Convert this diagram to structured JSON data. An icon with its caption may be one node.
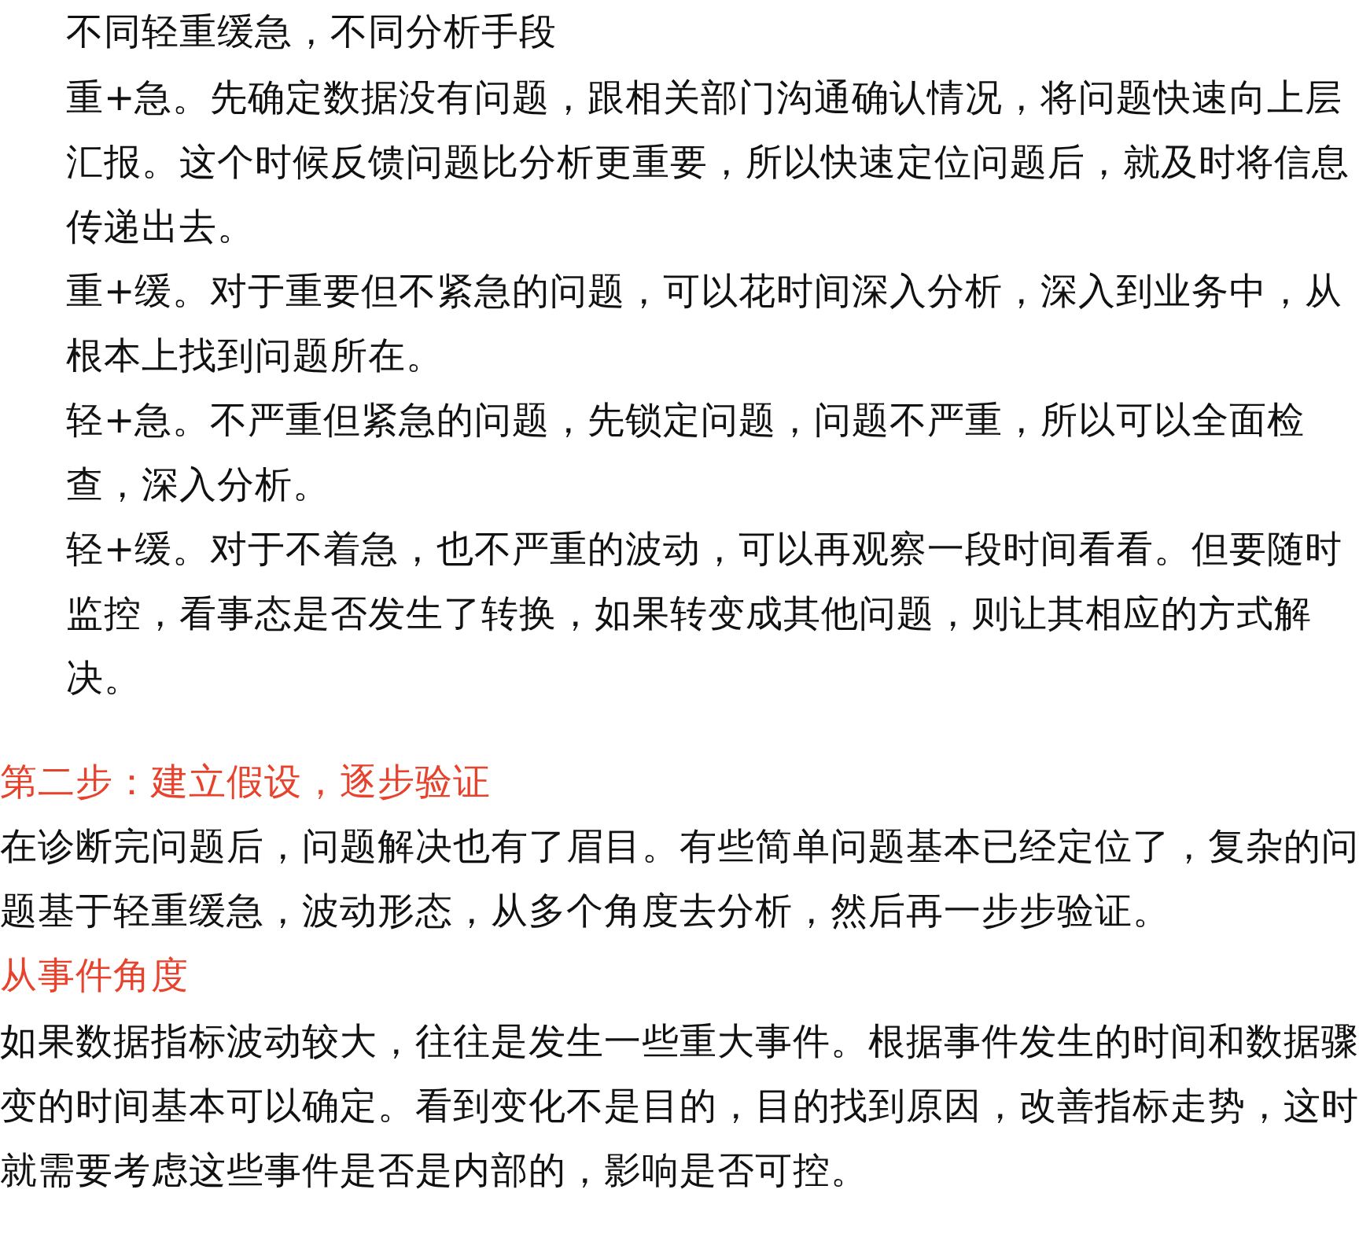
{
  "diagram": {
    "labels": [
      "不同轻重缓急，不同分析手段",
      "重+急。先确定数据没有问题，跟相关部门沟通确认情况，将问题快速向上层汇报。这个时候反馈问题比分析更重要，所以快速定位问题后，就及时将信息传递出去。",
      "重+缓。对于重要但不紧急的问题，可以花时间深入分析，深入到业务中，从根本上找到问题所在。",
      "轻+急。不严重但紧急的问题，先锁定问题，问题不严重，所以可以全面检查，深入分析。",
      "轻+缓。对于不着急，也不严重的波动，可以再观察一段时间看看。但要随时监控，看事态是否发生了转换，如果转变成其他问题，则让其相应的方式解决。",
      "第二步：建立假设，逐步验证",
      "在诊断完问题后，问题解决也有了眉目。有些简单问题基本已经定位了，复杂的问题基于轻重缓急，波动形态，从多个角度去分析，然后再一步步验证。",
      "从事件角度",
      "如果数据指标波动较大，往往是发生一些重大事件。根据事件发生的时间和数据骤变的时间基本可以确定。看到变化不是目的，目的找到原因，改善指标走势，这时就需要考虑这些事件是否是内部的，影响是否可控。"
    ]
  }
}
